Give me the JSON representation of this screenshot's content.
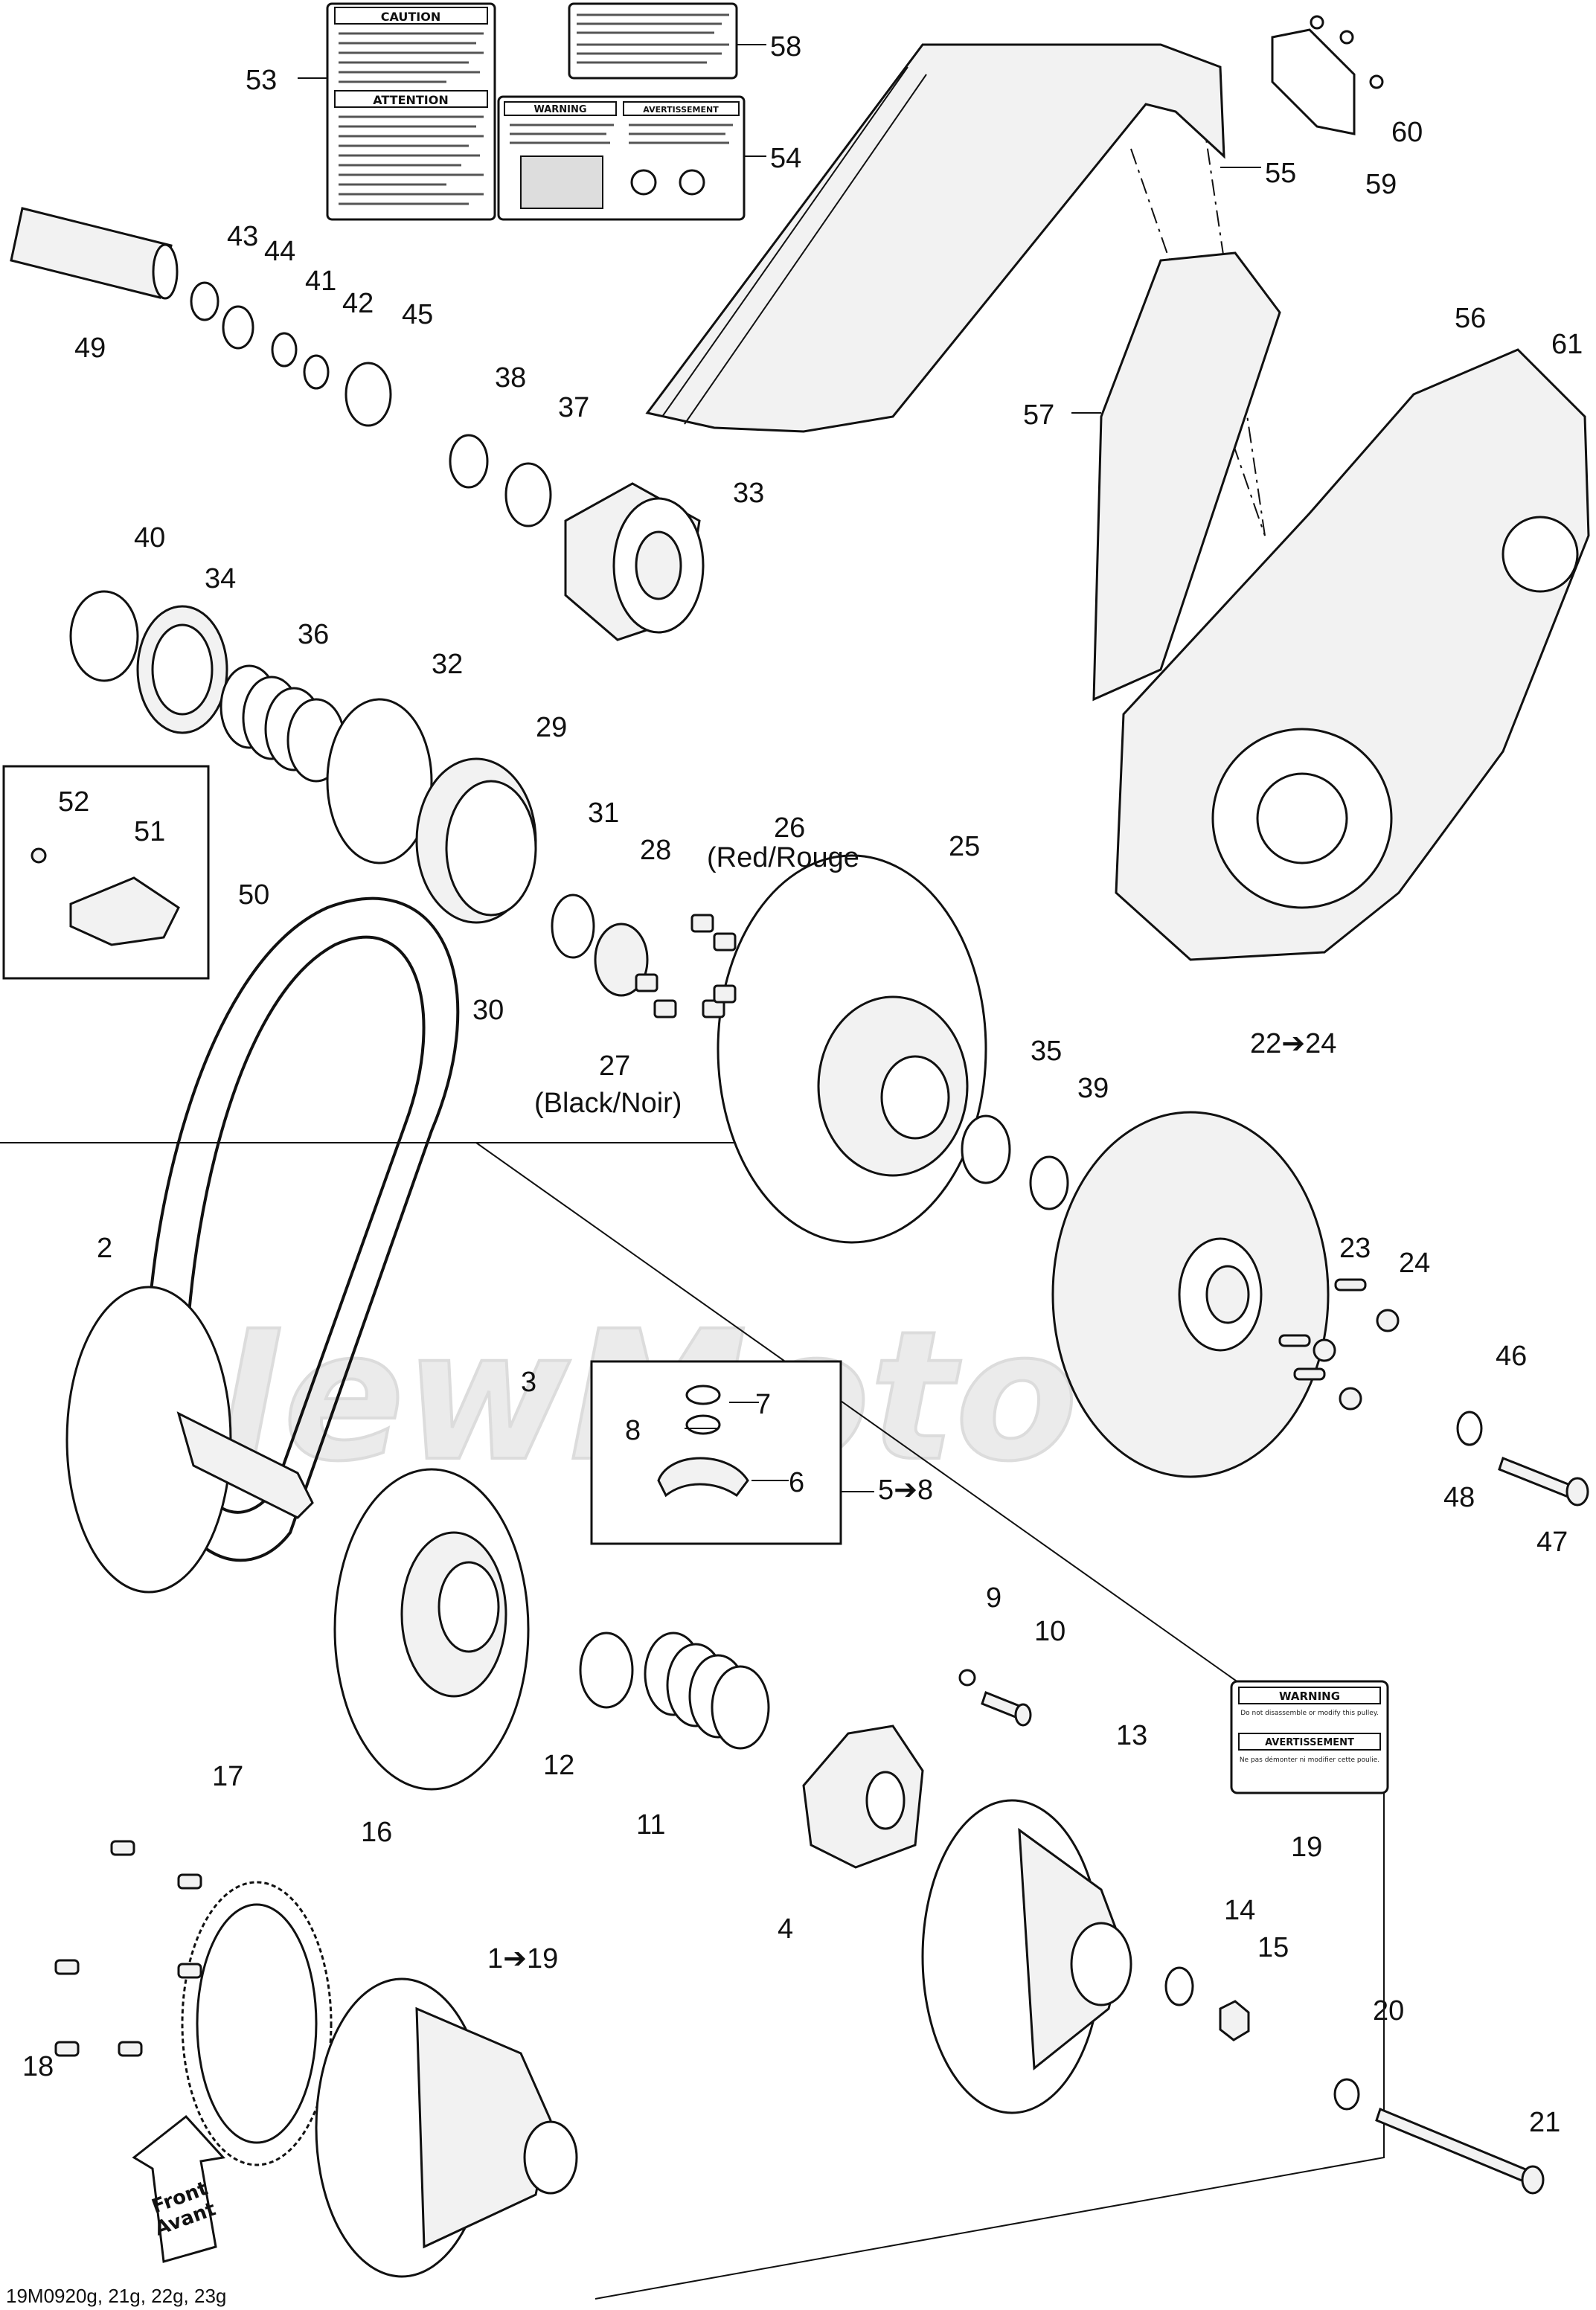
{
  "callouts": {
    "n1_19": "1➔19",
    "n2": "2",
    "n3": "3",
    "n4": "4",
    "n5_8": "5➔8",
    "n6": "6",
    "n7": "7",
    "n8": "8",
    "n9": "9",
    "n10": "10",
    "n11": "11",
    "n12": "12",
    "n13": "13",
    "n14": "14",
    "n15": "15",
    "n16": "16",
    "n17": "17",
    "n18": "18",
    "n19": "19",
    "n20": "20",
    "n21": "21",
    "n22_24": "22➔24",
    "n23": "23",
    "n24": "24",
    "n25": "25",
    "n26": "26",
    "n27": "27",
    "n28": "28",
    "n29": "29",
    "n30": "30",
    "n31": "31",
    "n32": "32",
    "n33": "33",
    "n34": "34",
    "n35": "35",
    "n36": "36",
    "n37": "37",
    "n38": "38",
    "n39": "39",
    "n40": "40",
    "n41": "41",
    "n42": "42",
    "n43": "43",
    "n44": "44",
    "n45": "45",
    "n46": "46",
    "n47": "47",
    "n48": "48",
    "n49": "49",
    "n50": "50",
    "n51": "51",
    "n52": "52",
    "n53": "53",
    "n54": "54",
    "n55": "55",
    "n56": "56",
    "n57": "57",
    "n58": "58",
    "n59": "59",
    "n60": "60",
    "n61": "61"
  },
  "notes": {
    "red_rouge": "(Red/Rouge",
    "black_noir": "(Black/Noir)"
  },
  "direction": {
    "front": "Front",
    "avant": "Avant"
  },
  "labels": {
    "caution_title": "CAUTION",
    "attention_title": "ATTENTION",
    "warning_title": "WARNING",
    "avertissement_title": "AVERTISSEMENT",
    "warning_pulley": "WARNING",
    "warning_pulley_en": "Do not disassemble or modify this pulley.",
    "avertissement_pulley": "AVERTISSEMENT",
    "avertissement_pulley_fr": "Ne pas démonter ni modifier cette poulie."
  },
  "footer": "19M0920g, 21g, 22g, 23g",
  "watermark": "NewMoto"
}
